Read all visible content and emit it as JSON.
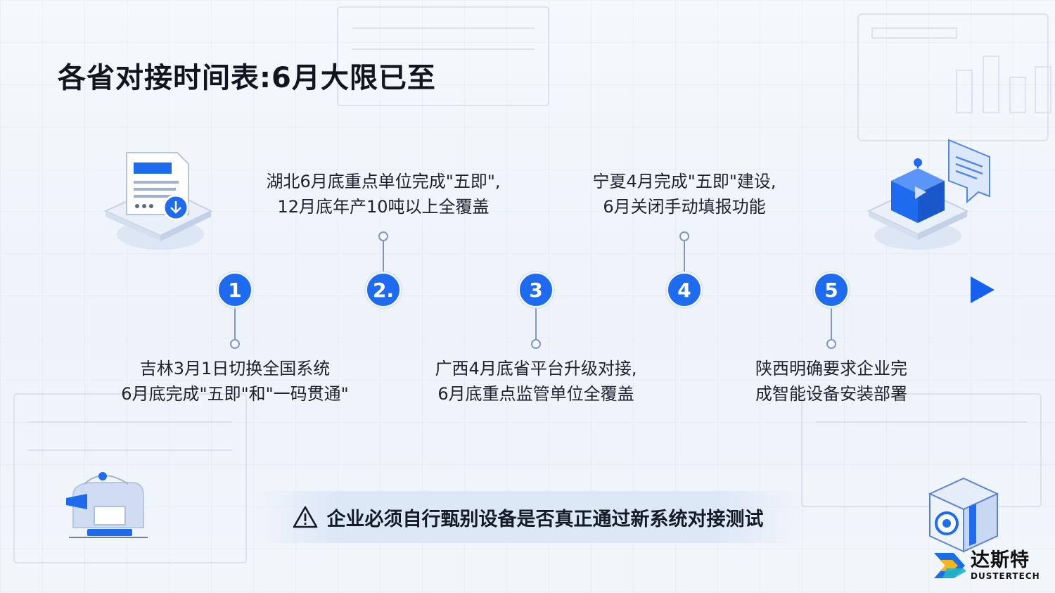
{
  "title": "各省对接时间表:6月大限已至",
  "accent_color": "#1f6bf0",
  "timeline": {
    "nodes": [
      {
        "number": "1",
        "position": "below",
        "lines": [
          "吉林3月1日切换全国系统",
          "6月底完成\"五即\"和\"一码贯通\""
        ]
      },
      {
        "number": "2.",
        "position": "above",
        "lines": [
          "湖北6月底重点单位完成\"五即\",",
          "12月底年产10吨以上全覆盖"
        ]
      },
      {
        "number": "3",
        "position": "below",
        "lines": [
          "广西4月底省平台升级对接,",
          "6月底重点监管单位全覆盖"
        ]
      },
      {
        "number": "4",
        "position": "above",
        "lines": [
          "宁夏4月完成\"五即\"建设,",
          "6月关闭手动填报功能"
        ]
      },
      {
        "number": "5",
        "position": "below",
        "lines": [
          "陕西明确要求企业完",
          "成智能设备安装部署"
        ]
      }
    ]
  },
  "warning": {
    "icon": "warning-triangle-icon",
    "text": "企业必须自行甄别设备是否真正通过新系统对接测试"
  },
  "logo": {
    "name_cn": "达斯特",
    "name_en": "DUSTERTECH",
    "colors": [
      "#1a6fe8",
      "#f5b51b",
      "#22b5c9"
    ]
  },
  "icons": [
    "document-download-icon",
    "cube-chat-icon",
    "device-icon",
    "camera-cube-icon"
  ]
}
